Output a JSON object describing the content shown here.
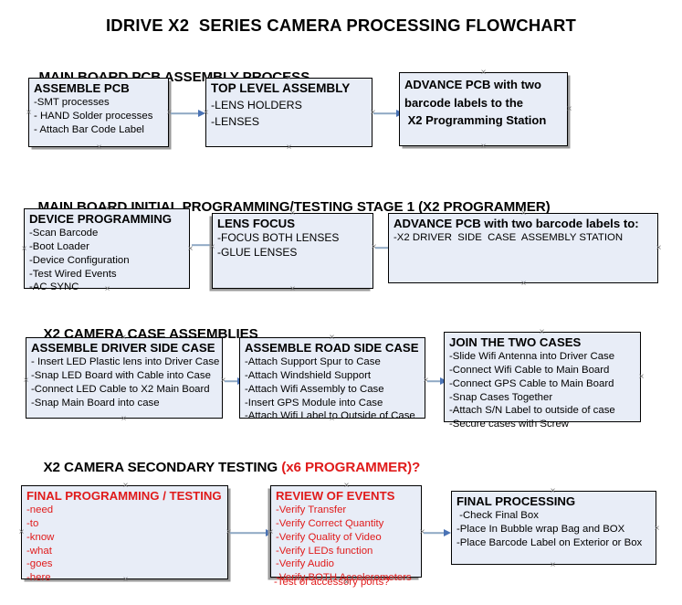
{
  "document": {
    "title": "IDRIVE X2  SERIES CAMERA PROCESSING FLOWCHART",
    "accent_color": "#e01b1b",
    "box_fill": "#e8edf7",
    "box_border": "#000000",
    "arrow_color": "#4a73b5"
  },
  "sections": [
    {
      "id": "main-board-pcb-assembly",
      "heading": "MAIN BOARD PCB ASSEMBLY PROCESS",
      "heading_accent": "",
      "boxes": [
        {
          "id": "assemble-pcb",
          "heading": "ASSEMBLE PCB",
          "lines": [
            "-SMT processes",
            "- HAND Solder processes",
            "- Attach Bar Code Label"
          ]
        },
        {
          "id": "top-level-assembly",
          "heading": "TOP LEVEL ASSEMBLY",
          "lines": [
            "-LENS HOLDERS",
            "-LENSES"
          ]
        },
        {
          "id": "advance-pcb-x2-programming-station",
          "heading": "ADVANCE PCB with two",
          "lines": [
            "barcode labels to the",
            " X2 Programming Station"
          ]
        }
      ]
    },
    {
      "id": "main-board-initial-programming",
      "heading": "MAIN BOARD INITIAL PROGRAMMING/TESTING STAGE 1 (X2 PROGRAMMER)",
      "heading_accent": "",
      "boxes": [
        {
          "id": "device-programming",
          "heading": "DEVICE PROGRAMMING",
          "lines": [
            "-Scan Barcode",
            "-Boot Loader",
            "-Device Configuration",
            "-Test Wired Events",
            "-AC SYNC"
          ]
        },
        {
          "id": "lens-focus",
          "heading": "LENS FOCUS",
          "lines": [
            "-FOCUS BOTH LENSES",
            "-GLUE LENSES"
          ]
        },
        {
          "id": "advance-pcb-driver-side-case",
          "heading": "ADVANCE PCB with two barcode labels to:",
          "lines": [
            "-X2 DRIVER  SIDE  CASE  ASSEMBLY STATION"
          ]
        }
      ]
    },
    {
      "id": "x2-camera-case-assemblies",
      "heading": "X2 CAMERA CASE ASSEMBLIES",
      "heading_accent": "",
      "boxes": [
        {
          "id": "assemble-driver-side-case",
          "heading": "ASSEMBLE DRIVER SIDE CASE",
          "lines": [
            "- Insert LED Plastic lens into Driver Case",
            "-Snap LED Board with Cable into Case",
            "-Connect LED Cable to X2 Main Board",
            "-Snap Main Board into case"
          ]
        },
        {
          "id": "assemble-road-side-case",
          "heading": "ASSEMBLE ROAD SIDE CASE",
          "lines": [
            "-Attach Support Spur to Case",
            "-Attach Windshield Support",
            "-Attach Wifi Assembly to Case",
            "-Insert GPS Module into Case",
            "-Attach Wifi Label to Outside of Case"
          ]
        },
        {
          "id": "join-the-two-cases",
          "heading": "JOIN THE TWO CASES",
          "lines": [
            "-Slide Wifi Antenna into Driver Case",
            "-Connect Wifi Cable to Main Board",
            "-Connect GPS Cable to Main Board",
            "-Snap Cases Together",
            "-Attach S/N Label to outside of case",
            "-Secure cases with Screw"
          ]
        }
      ]
    },
    {
      "id": "x2-camera-secondary-testing",
      "heading": "X2 CAMERA SECONDARY TESTING ",
      "heading_accent": "(x6 PROGRAMMER)?",
      "boxes": [
        {
          "id": "final-programming-testing",
          "heading": "FINAL PROGRAMMING / TESTING",
          "lines": [
            "-need",
            "-to",
            "-know",
            "-what",
            "-goes",
            "-here"
          ]
        },
        {
          "id": "review-of-events",
          "heading": "REVIEW OF EVENTS",
          "lines": [
            "-Verify Transfer",
            "-Verify Correct Quantity",
            "-Verify Quality of Video",
            "-Verify LEDs function",
            "-Verify Audio",
            "-Verify BOTH Accelerometers"
          ],
          "overflow_line": "-Test of accessory ports?"
        },
        {
          "id": "final-processing",
          "heading": "FINAL PROCESSING",
          "lines": [
            " -Check Final Box",
            "-Place In Bubble wrap Bag and BOX",
            "-Place Barcode Label on Exterior or Box"
          ]
        }
      ]
    }
  ]
}
